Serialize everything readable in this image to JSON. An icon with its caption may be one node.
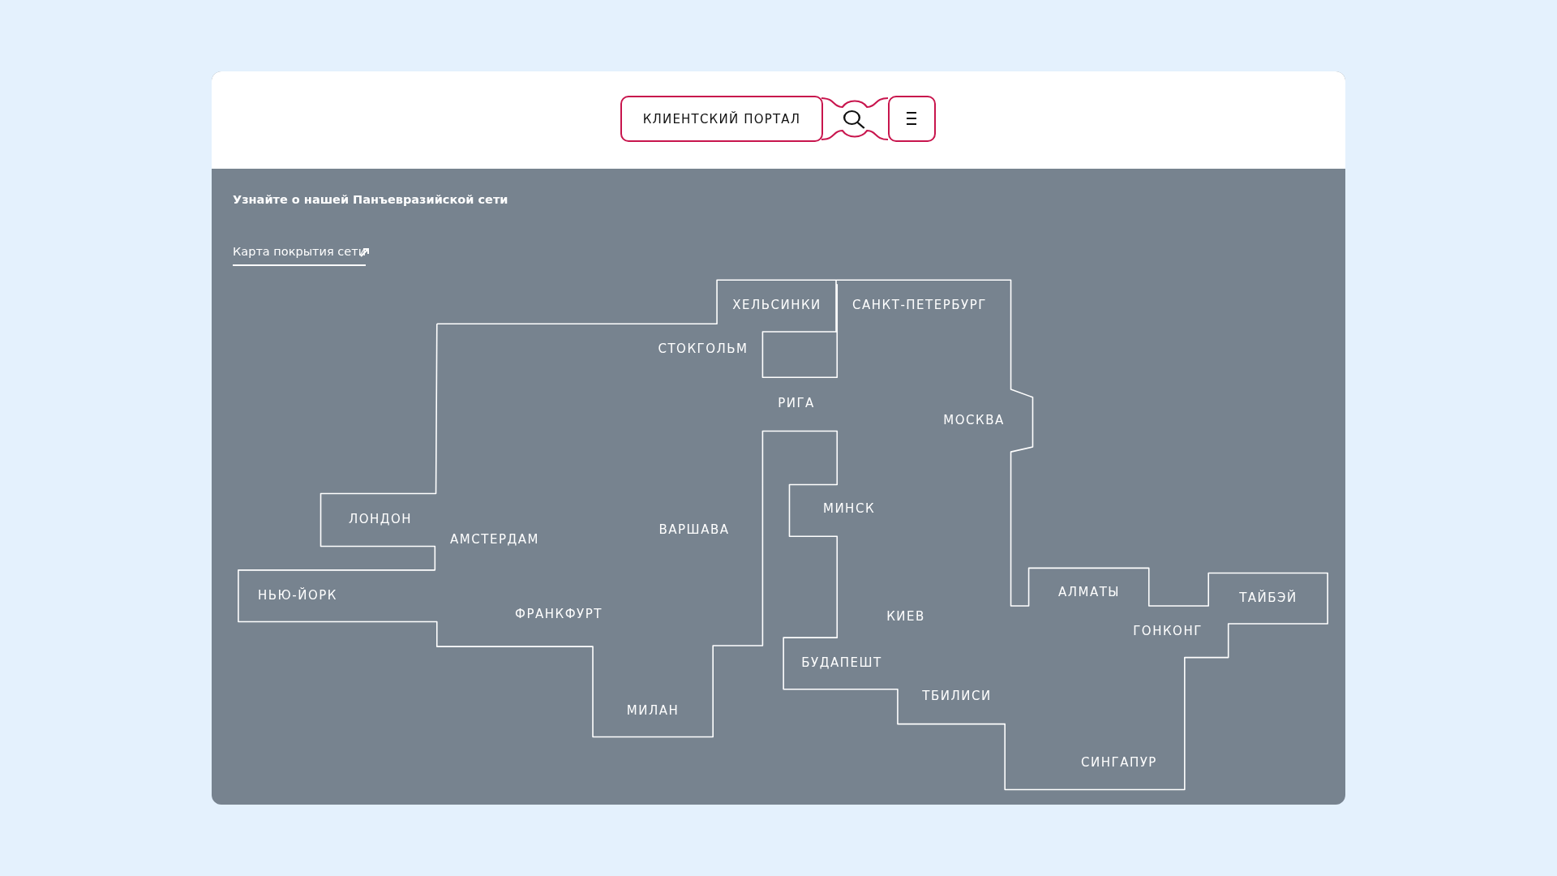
{
  "diagram": {
    "title": "Узнайте о нашей Панъевразийской сети",
    "labels": [
      "КЛИЕНТСКИЙ ПОРТАЛ",
      "Карта покрытия сети",
      "ХЕЛЬСИНКИ",
      "САНКТ-ПЕТЕРБУРГ",
      "СТОКГОЛЬМ",
      "РИГА",
      "МОСКВА",
      "ЛОНДОН",
      "АМСТЕРДАМ",
      "ВАРШАВА",
      "МИНСК",
      "НЬЮ-ЙОРК",
      "ФРАНКФУРТ",
      "КИЕВ",
      "АЛМАТЫ",
      "ТАЙБЭЙ",
      "ГОНКОНГ",
      "БУДАПЕШТ",
      "ТБИЛИСИ",
      "МИЛАН",
      "СИНГАПУР"
    ]
  }
}
